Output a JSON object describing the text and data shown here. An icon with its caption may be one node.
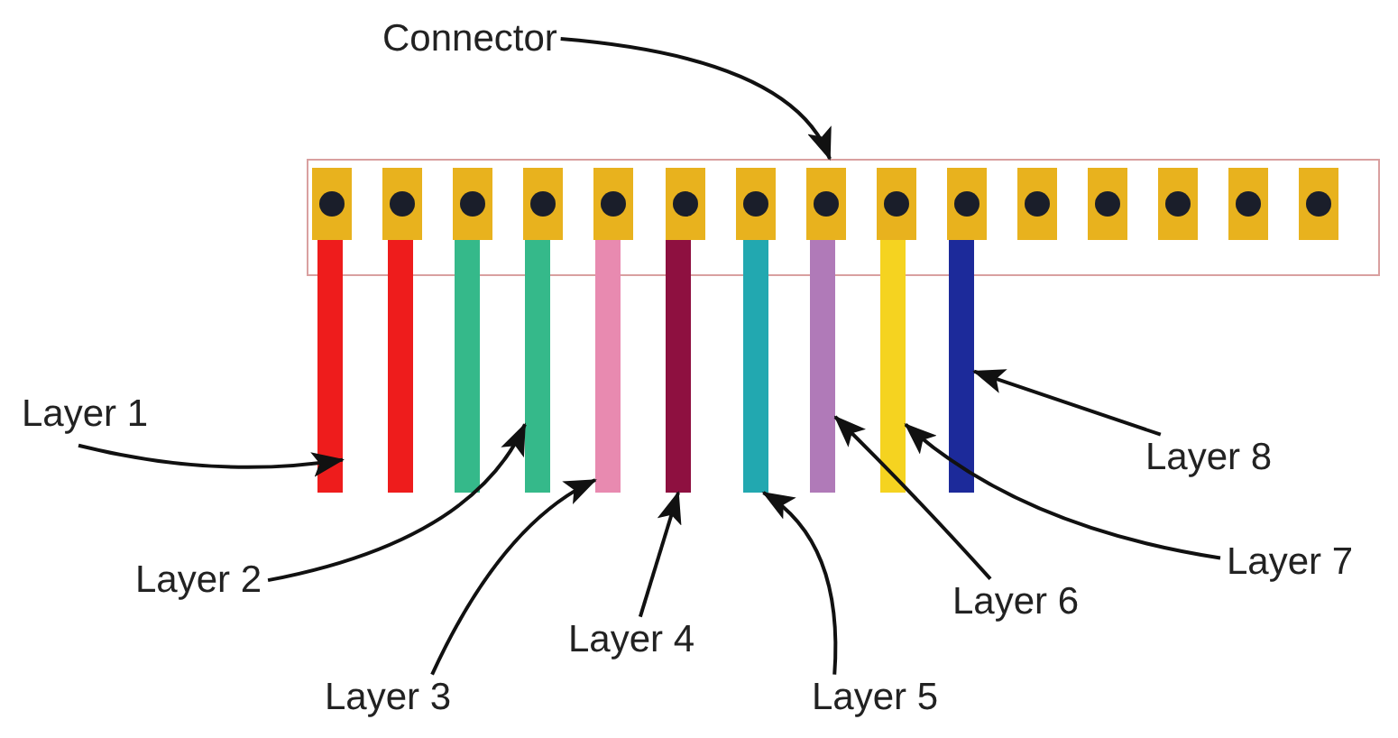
{
  "diagram": {
    "nodes": [
      {
        "text": [
          "Connector"
        ]
      },
      {
        "text": [],
        "shape": "box"
      },
      {
        "text": [],
        "shape": "bar"
      },
      {
        "text": [],
        "shape": "bar"
      },
      {
        "text": [],
        "shape": "bar"
      },
      {
        "text": [],
        "shape": "bar"
      },
      {
        "text": [],
        "shape": "bar"
      },
      {
        "text": [],
        "shape": "bar"
      },
      {
        "text": [],
        "shape": "bar"
      },
      {
        "text": [],
        "shape": "bar"
      },
      {
        "text": [],
        "shape": "bar"
      },
      {
        "text": [],
        "shape": "bar"
      },
      {
        "text": [
          "Layer 1"
        ]
      },
      {
        "text": [
          "Layer 2"
        ]
      },
      {
        "text": [
          "Layer 3"
        ]
      },
      {
        "text": [
          "Layer 4"
        ]
      },
      {
        "text": [
          "Layer 5"
        ]
      },
      {
        "text": [
          "Layer 6"
        ]
      },
      {
        "text": [
          "Layer 7"
        ]
      },
      {
        "text": [
          "Layer 8"
        ]
      }
    ],
    "edges": [
      {
        "from": 0,
        "to": 1,
        "arrow": "to"
      },
      {
        "from": 12,
        "to": 2,
        "arrow": "to"
      },
      {
        "from": 13,
        "to": 5,
        "arrow": "to"
      },
      {
        "from": 14,
        "to": 6,
        "arrow": "to"
      },
      {
        "from": 15,
        "to": 7,
        "arrow": "to"
      },
      {
        "from": 16,
        "to": 8,
        "arrow": "to"
      },
      {
        "from": 17,
        "to": 9,
        "arrow": "to"
      },
      {
        "from": 18,
        "to": 10,
        "arrow": "to"
      },
      {
        "from": 19,
        "to": 11,
        "arrow": "to"
      }
    ]
  }
}
